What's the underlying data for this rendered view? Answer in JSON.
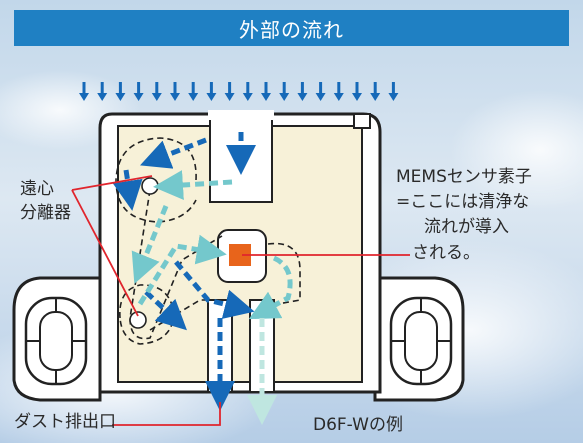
{
  "header": {
    "title": "外部の流れ"
  },
  "labels": {
    "separator_line1": "遠心",
    "separator_line2": "分離器",
    "mems_line1": "MEMSセンサ素子",
    "mems_line2": "=ここには清浄な",
    "mems_line3": "流れが導入",
    "mems_line4": "される。",
    "dust_outlet": "ダスト排出口",
    "model_example": "D6F-Wの例"
  },
  "colors": {
    "title_bar": "#1f80c3",
    "flow_dark": "#1669b8",
    "flow_light": "#74c8cc",
    "flow_pale": "#bfe6e0",
    "sensor": "#e8641b",
    "callout_line": "#e0252d",
    "body_fill": "#f7f1d8"
  }
}
